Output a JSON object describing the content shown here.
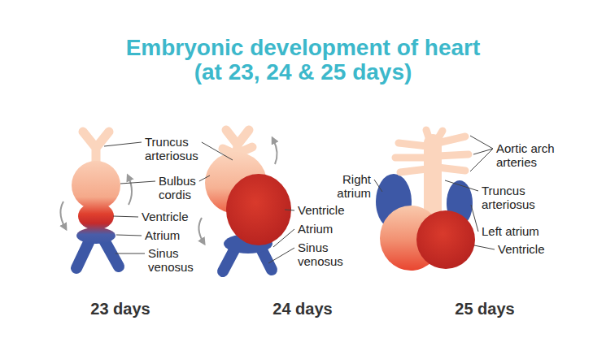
{
  "diagram": {
    "title": "Embryonic development of heart (at 23, 24 & 25 days)",
    "labels": [
      "Truncus arteriosus",
      "Bulbus cordis",
      "Ventricle",
      "Atrium",
      "Sinus venosus",
      "Ventricle",
      "Atrium",
      "Sinus venosus",
      "Aortic arch arteries",
      "Right atrium",
      "Truncus arteriosus",
      "Left atrium",
      "Ventricle",
      "23 days",
      "24 days",
      "25 days"
    ]
  }
}
